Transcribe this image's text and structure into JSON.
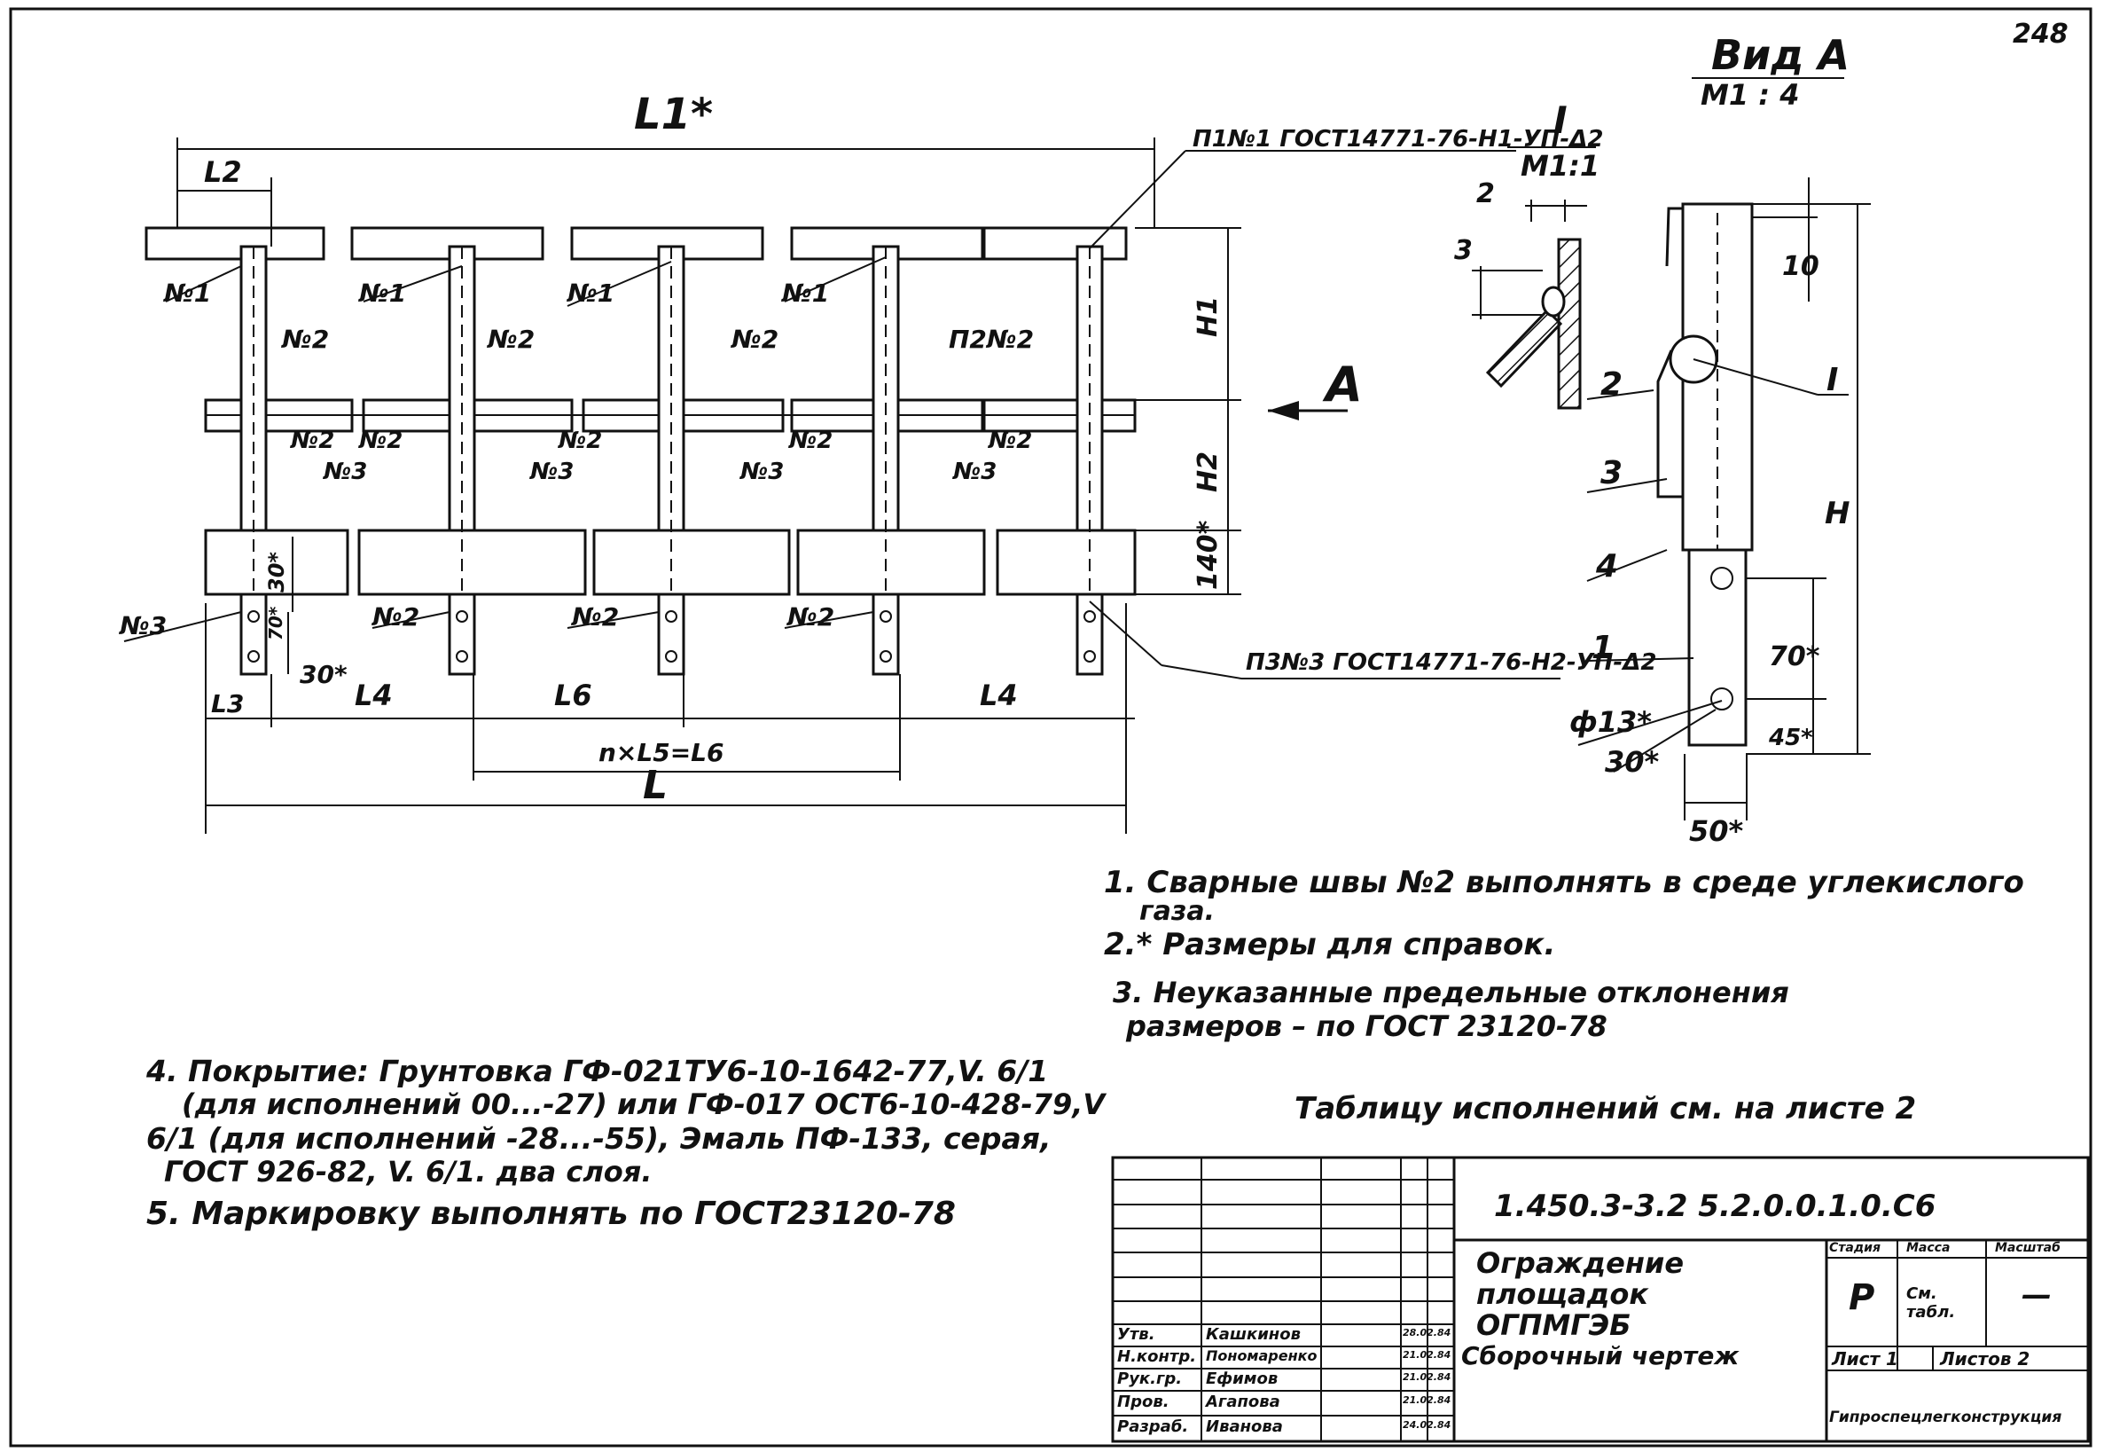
{
  "sheet_number": "248",
  "view": {
    "title": "Вид А",
    "scale": "М1 : 4",
    "detail_title": "I",
    "detail_scale": "М1:1",
    "arrow_label": "A",
    "detail_dim_2": "2",
    "detail_dim_3": "3",
    "dim_10": "10",
    "dim_H": "Н",
    "dim_70": "70*",
    "dim_45": "45*",
    "dim_50": "50*",
    "dim_30": "30*",
    "dim_phi13": "ф13*",
    "pos_1": "1",
    "pos_2": "2",
    "pos_3": "3",
    "pos_4": "4",
    "detail_marker": "I"
  },
  "main": {
    "L1": "L1*",
    "L2": "L2",
    "L3": "L3",
    "L4a": "L4",
    "L4b": "L4",
    "L6": "L6",
    "L": "L",
    "nL5": "n×L5=L6",
    "H1": "H1",
    "H2": "H2",
    "dim_140": "140*",
    "dim_30a": "30*",
    "dim_70": "70*",
    "dim_30b": "30*",
    "weld_top": "П1№1 ГОСТ14771-76-Н1-УП-Δ2",
    "weld_bottom": "П3№3 ГОСТ14771-76-Н2-УП-Δ2",
    "weld_labels": {
      "n1": "№1",
      "n2": "№2",
      "p2n2": "П2№2",
      "n3": "№3"
    }
  },
  "notes": {
    "n1_line1": "1. Сварные швы №2 выполнять  в среде углекислого",
    "n1_line2": "газа.",
    "n2": "2.* Размеры для справок.",
    "n3_line1": "3. Неуказанные предельные отклонения",
    "n3_line2": "размеров – по ГОСТ 23120-78",
    "n4_line1": "4. Покрытие: Грунтовка ГФ-021ТУ6-10-1642-77,V. 6/1",
    "n4_line2": "(для исполнений 00...-27) или ГФ-017 ОСТ6-10-428-79,V",
    "n4_line3": "6/1 (для исполнений -28...-55), Эмаль ПФ-133, серая,",
    "n4_line4": "ГОСТ 926-82, V. 6/1. два слоя.",
    "n5": "5. Маркировку выполнять по ГОСТ23120-78",
    "table_ref": "Таблицу исполнений см. на листе 2"
  },
  "title_block": {
    "code": "1.450.3-3.2 5.2.0.0.1.0.С6",
    "name_line1": "Ограждение",
    "name_line2": "площадок",
    "name_line3": "ОГПМГЭБ",
    "name_line4": "Сборочный чертеж",
    "stage_header": "Стадия",
    "mass_header": "Масса",
    "scale_header": "Масштаб",
    "stage": "Р",
    "mass": "См. табл.",
    "scale": "—",
    "sheet": "Лист 1",
    "sheets": "Листов 2",
    "org": "Гипроспецлегконструкция",
    "signatures": [
      {
        "role": "Утв.",
        "name": "Кашкинов",
        "date": "28.02.84"
      },
      {
        "role": "Н.контр.",
        "name": "Пономаренко",
        "date": "21.02.84"
      },
      {
        "role": "Рук.гр.",
        "name": "Ефимов",
        "date": "21.02.84"
      },
      {
        "role": "Пров.",
        "name": "Агапова",
        "date": "21.02.84"
      },
      {
        "role": "Разраб.",
        "name": "Иванова",
        "date": "24.02.84"
      }
    ]
  }
}
